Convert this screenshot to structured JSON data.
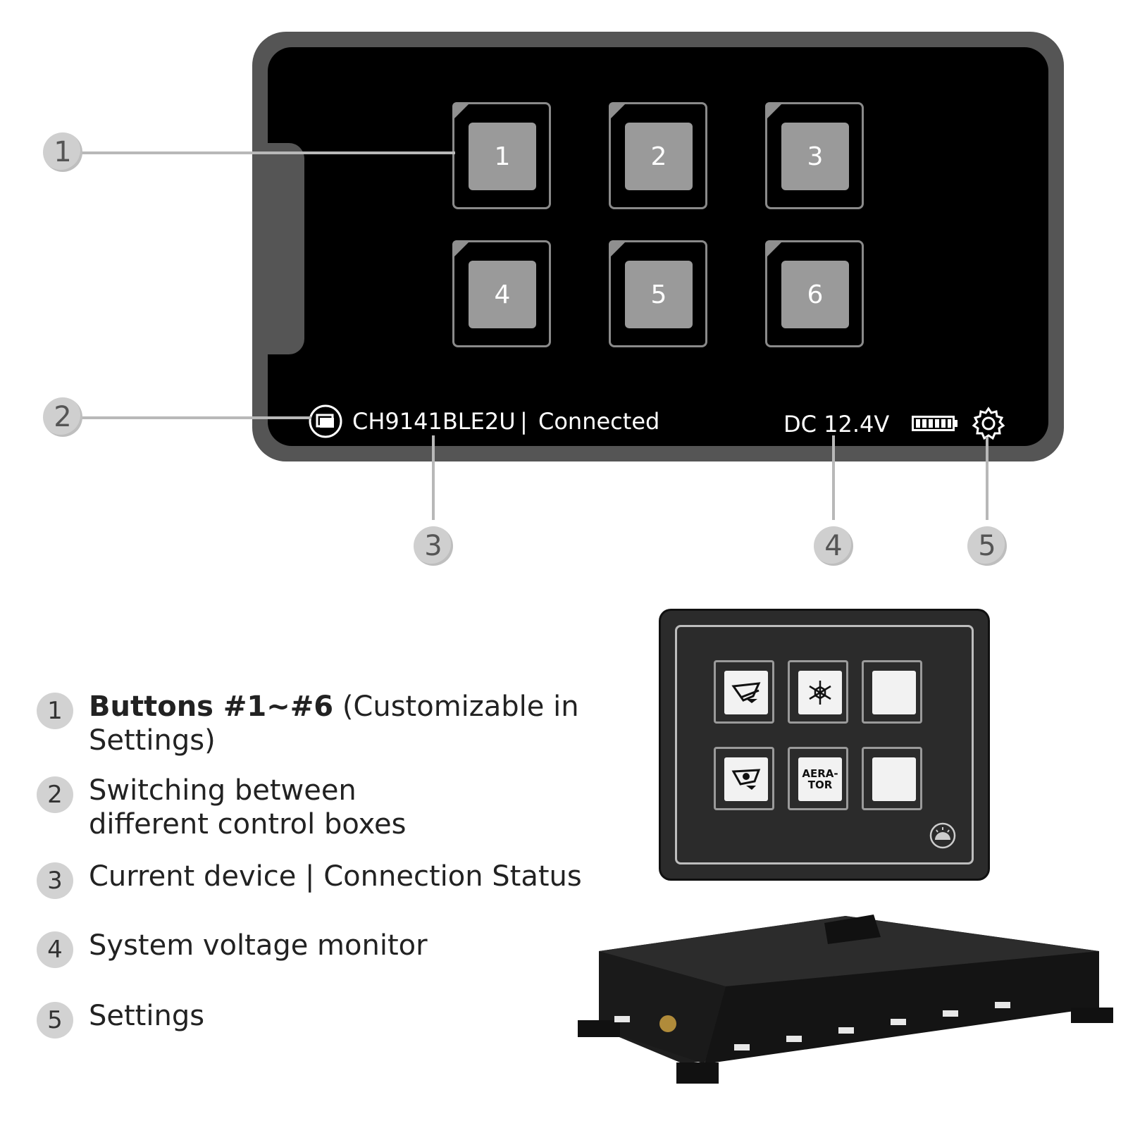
{
  "app": {
    "buttons": [
      "1",
      "2",
      "3",
      "4",
      "5",
      "6"
    ],
    "device_name": "CH9141BLE2U",
    "separator": "|",
    "connection_status": "Connected",
    "voltage": "DC 12.4V",
    "icons": {
      "switch_device": "switch-device-icon",
      "battery": "battery-icon",
      "settings": "gear-icon"
    }
  },
  "callouts": [
    "1",
    "2",
    "3",
    "4",
    "5"
  ],
  "legend": [
    {
      "num": "1",
      "bold": "Buttons #1~#6",
      "text": " (Customizable in Settings)"
    },
    {
      "num": "2",
      "bold": "",
      "text": "Switching between different control boxes"
    },
    {
      "num": "3",
      "bold": "",
      "text": "Current device | Connection Status"
    },
    {
      "num": "4",
      "bold": "",
      "text": "System voltage monitor"
    },
    {
      "num": "5",
      "bold": "",
      "text": "Settings"
    }
  ],
  "panel": {
    "buttons": [
      {
        "icon": "wiper-icon"
      },
      {
        "icon": "snowflake-icon"
      },
      {
        "icon": "blank"
      },
      {
        "icon": "fan-icon"
      },
      {
        "label": "AERA-\nTOR"
      },
      {
        "icon": "blank"
      }
    ],
    "dimmer_icon": "brightness-icon"
  },
  "colors": {
    "screen": "#000000",
    "bezel": "#555555",
    "button_face": "#9a9a9a",
    "marker": "#cfcfcf"
  }
}
